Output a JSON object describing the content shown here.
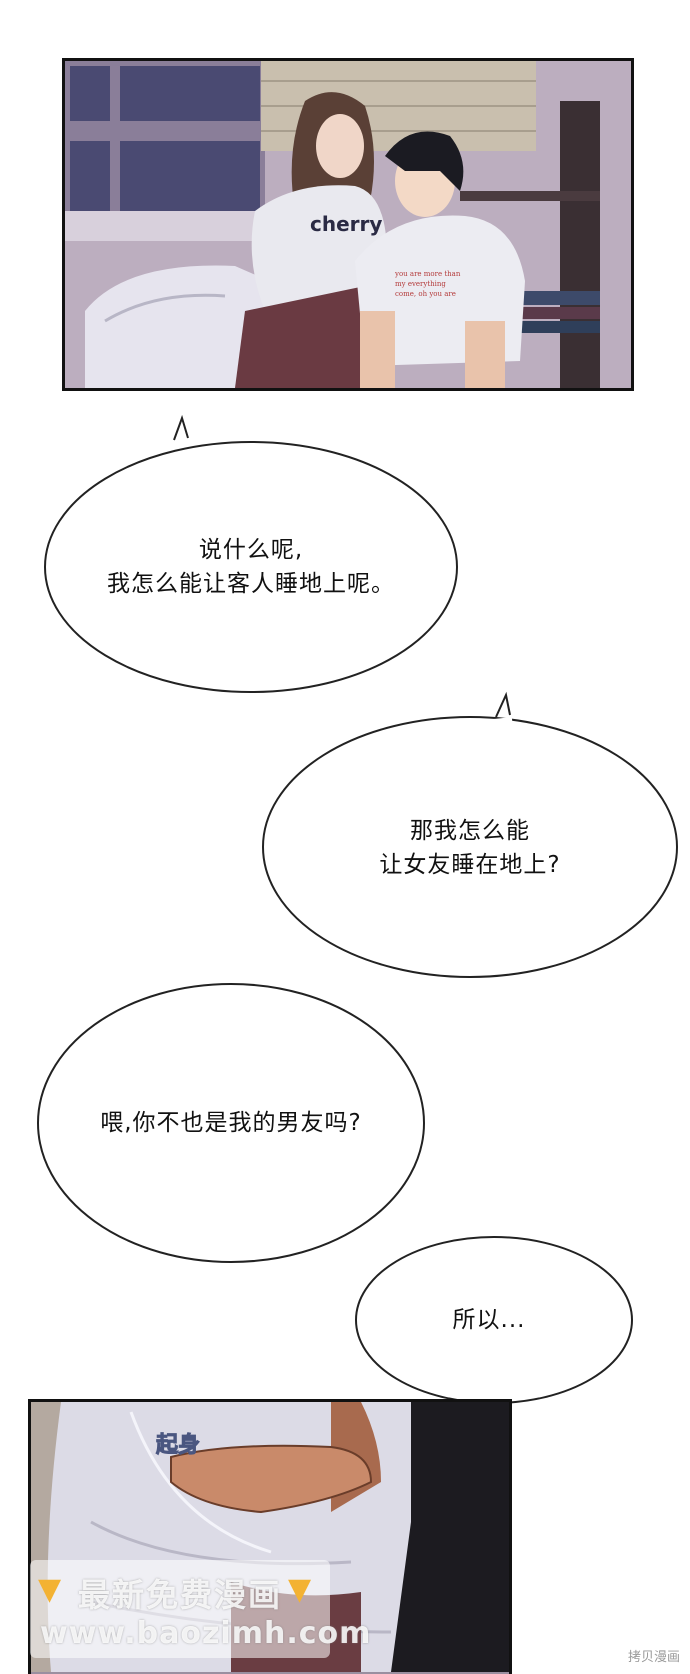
{
  "panels": {
    "top": {
      "shirt_left": "cherry",
      "shirt_right_lines": [
        "you are more than",
        "my everything",
        "come, oh you are"
      ]
    },
    "bottom": {
      "sfx": "起身"
    }
  },
  "bubbles": [
    {
      "lines": [
        "说什么呢,",
        "我怎么能让客人睡地上呢。"
      ]
    },
    {
      "lines": [
        "那我怎么能",
        "让女友睡在地上?"
      ]
    },
    {
      "lines": [
        "喂,你不也是我的男友吗?"
      ]
    },
    {
      "lines": [
        "所以..."
      ]
    }
  ],
  "watermark": {
    "title": "最新免费漫画",
    "url": "www.baozimh.com"
  },
  "credit": "拷贝漫画",
  "colors": {
    "panel_border": "#111111",
    "bubble_fill": "#ffffff",
    "bubble_stroke": "#222222"
  }
}
